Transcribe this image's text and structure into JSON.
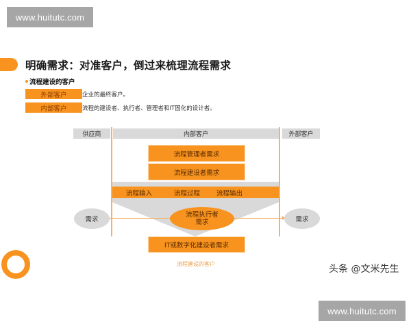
{
  "watermarks": {
    "top_left": "www.huitutc.com",
    "bottom_right": "www.huitutc.com"
  },
  "slide": {
    "title": "明确需求：对准客户，倒过来梳理流程需求",
    "subtitle": "流程建设的客户",
    "definitions": [
      {
        "label": "外部客户",
        "text": "企业的最终客户。"
      },
      {
        "label": "内部客户",
        "text": "流程的建设者、执行者、管理者和IT固化的设计者。"
      }
    ]
  },
  "diagram": {
    "headers": {
      "supplier": "供应商",
      "internal": "内部客户",
      "external": "外部客户"
    },
    "boxes": {
      "manager": "流程管理者需求",
      "builder": "流程建设者需求",
      "it": "IT或数字化建设者需求"
    },
    "process_bar": {
      "input": "流程输入",
      "process": "流程过程",
      "output": "流程输出"
    },
    "executor": {
      "line1": "流程执行者",
      "line2": "需求"
    },
    "left_need": "需求",
    "right_need": "需求",
    "caption": "流程建设的客户"
  },
  "credit": "头条 @文米先生",
  "colors": {
    "accent_orange": "#f7931e",
    "header_gray": "#d9d9d9",
    "watermark_gray": "#a6a6a6",
    "line_orange": "#f5b06a"
  }
}
